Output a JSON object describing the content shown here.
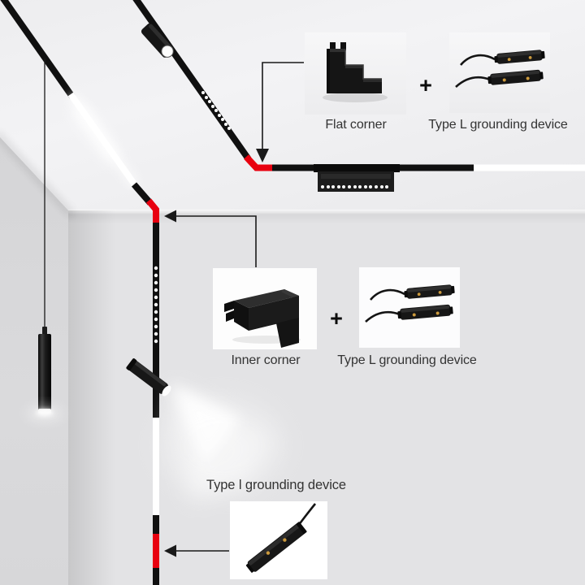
{
  "scene": {
    "colors": {
      "background": "#e6e6e8",
      "ceiling": "#f0f0f2",
      "left_wall": "#d6d6d8",
      "facing_wall": "#e3e3e5",
      "track_black": "#101010",
      "accent_red": "#e8000f",
      "light_white": "#ffffff",
      "contact_gold": "#cc9a3d",
      "label_text": "#333333"
    }
  },
  "callouts": {
    "flat_corner": {
      "item1_label": "Flat corner",
      "plus": "+",
      "item2_label": "Type L grounding device"
    },
    "inner_corner": {
      "item1_label": "Inner corner",
      "plus": "+",
      "item2_label": "Type L grounding device"
    },
    "bottom": {
      "label": "Type l grounding device"
    }
  }
}
